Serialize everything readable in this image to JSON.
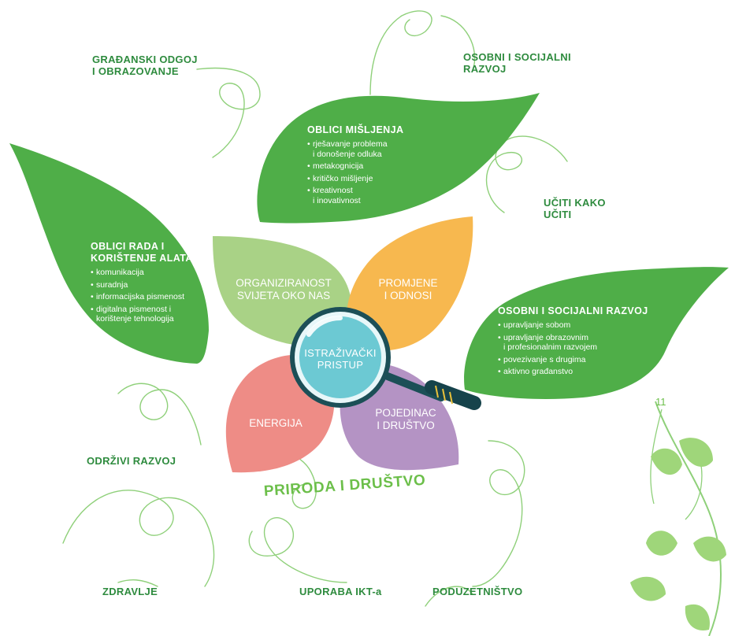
{
  "colors": {
    "leaf_green": "#4fae48",
    "petal_light_green": "#a9d286",
    "petal_orange": "#f7b84f",
    "petal_red": "#ee8c86",
    "petal_purple": "#b493c4",
    "lens_teal": "#6cc9d3",
    "label_green": "#2e8b3e",
    "title_green": "#6cbf4a"
  },
  "labels": {
    "gradjanski": "GRAĐANSKI ODGOJ\nI OBRAZOVANJE",
    "osobni_top": "OSOBNI I SOCIJALNI\nRAZVOJ",
    "uciti": "UČITI KAKO\nUČITI",
    "odrzivi": "ODRŽIVI RAZVOJ",
    "zdravlje": "ZDRAVLJE",
    "ikt": "UPORABA IKT-a",
    "poduzetnistvo": "PODUZETNIŠTVO"
  },
  "leaves": {
    "oblici_misljenja": {
      "title": "OBLICI MIŠLJENJA",
      "items": [
        "rješavanje problema\ni donošenje odluka",
        "metakognicija",
        "kritičko mišljenje",
        "kreativnost\ni inovativnost"
      ]
    },
    "oblici_rada": {
      "title": "OBLICI RADA I\nKORIŠTENJE ALATA",
      "items": [
        "komunikacija",
        "suradnja",
        "informacijska pismenost",
        "digitalna pismenost i\nkorištenje tehnologija"
      ]
    },
    "osobni_razvoj": {
      "title": "OSOBNI I SOCIJALNI RAZVOJ",
      "items": [
        "upravljanje sobom",
        "upravljanje obrazovnim\ni profesionalnim razvojem",
        "povezivanje s drugima",
        "aktivno građanstvo"
      ]
    }
  },
  "petals": {
    "organiziranost": "ORGANIZIRANOST\nSVIJETA OKO NAS",
    "promjene": "PROMJENE\nI ODNOSI",
    "energija": "ENERGIJA",
    "pojedinac": "POJEDINAC\nI DRUŠTVO"
  },
  "center": "ISTRAŽIVAČKI\nPRISTUP",
  "title": "PRIRODA I DRUŠTVO",
  "page_number": "11"
}
